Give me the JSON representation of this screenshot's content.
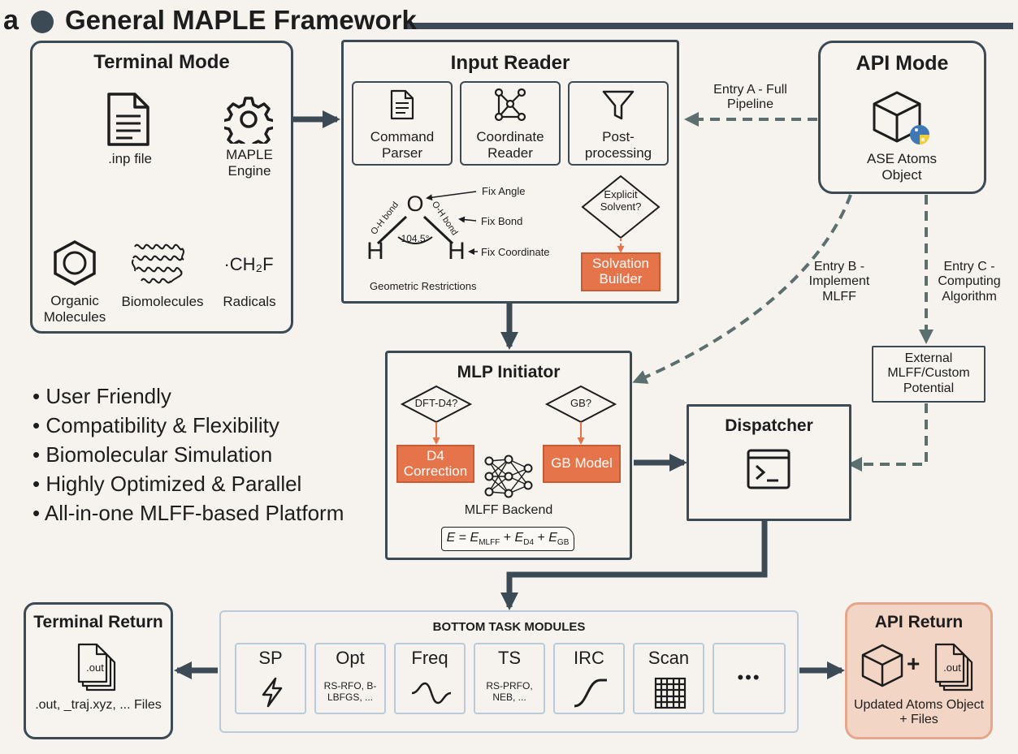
{
  "header": {
    "panel_letter": "a",
    "title": "General MAPLE Framework"
  },
  "terminal_mode": {
    "title": "Terminal Mode",
    "inp_label": ".inp file",
    "engine_label": "MAPLE Engine",
    "inputs": [
      {
        "label": "Organic Molecules"
      },
      {
        "label": "Biomolecules"
      },
      {
        "label": "Radicals",
        "formula": "·CH₂F"
      }
    ]
  },
  "input_reader": {
    "title": "Input Reader",
    "modules": [
      {
        "label": "Command Parser"
      },
      {
        "label": "Coordinate Reader"
      },
      {
        "label": "Post-processing"
      }
    ],
    "molecule": {
      "O": "O",
      "H": "H",
      "angle": "104.5°",
      "bond_left": "O-H bond",
      "bond_right": "O-H bond"
    },
    "restrictions": [
      "Fix Angle",
      "Fix Bond",
      "Fix Coordinate"
    ],
    "restrictions_caption": "Geometric Restrictions",
    "solvent_decision": "Explicit Solvent?",
    "solvation_builder": "Solvation Builder"
  },
  "api_mode": {
    "title": "API Mode",
    "object_label": "ASE Atoms Object"
  },
  "entries": {
    "a": "Entry A - Full Pipeline",
    "b": "Entry B - Implement MLFF",
    "c": "Entry C - Computing Algorithm"
  },
  "external_potential": "External MLFF/Custom Potential",
  "features": [
    "User Friendly",
    "Compatibility & Flexibility",
    "Biomolecular Simulation",
    "Highly Optimized & Parallel",
    "All-in-one MLFF-based Platform"
  ],
  "mlp_initiator": {
    "title": "MLP Initiator",
    "decision_d4": "DFT-D4?",
    "decision_gb": "GB?",
    "d4_correction": "D4 Correction",
    "gb_model": "GB Model",
    "backend": "MLFF Backend",
    "equation": {
      "E": "E",
      "eq": " = ",
      "E1": "E",
      "s1": "MLFF",
      "plus1": " + ",
      "E2": "E",
      "s2": "D4",
      "plus2": " + ",
      "E3": "E",
      "s3": "GB"
    }
  },
  "dispatcher": {
    "title": "Dispatcher"
  },
  "task_modules": {
    "title": "BOTTOM TASK MODULES",
    "items": [
      {
        "name": "SP",
        "sub": "",
        "icon": "lightning-icon"
      },
      {
        "name": "Opt",
        "sub": "RS-RFO, B-LBFGS, ...",
        "icon": ""
      },
      {
        "name": "Freq",
        "sub": "",
        "icon": "wave-icon"
      },
      {
        "name": "TS",
        "sub": "RS-PRFO, NEB, ...",
        "icon": ""
      },
      {
        "name": "IRC",
        "sub": "",
        "icon": "curve-icon"
      },
      {
        "name": "Scan",
        "sub": "",
        "icon": "grid-icon"
      },
      {
        "name": "",
        "sub": "",
        "ellipsis": "•••"
      }
    ]
  },
  "terminal_return": {
    "title": "Terminal Return",
    "file_tag": ".out",
    "label": ".out, _traj.xyz, ... Files"
  },
  "api_return": {
    "title": "API Return",
    "plus": "+",
    "file_tag": ".out",
    "label": "Updated Atoms Object + Files"
  },
  "colors": {
    "navy": "#3b4a55",
    "dashed": "#5a6f6e",
    "orange": "#e5744b",
    "api_return_bg": "#f3d5c6",
    "background": "#f6f3ee"
  }
}
